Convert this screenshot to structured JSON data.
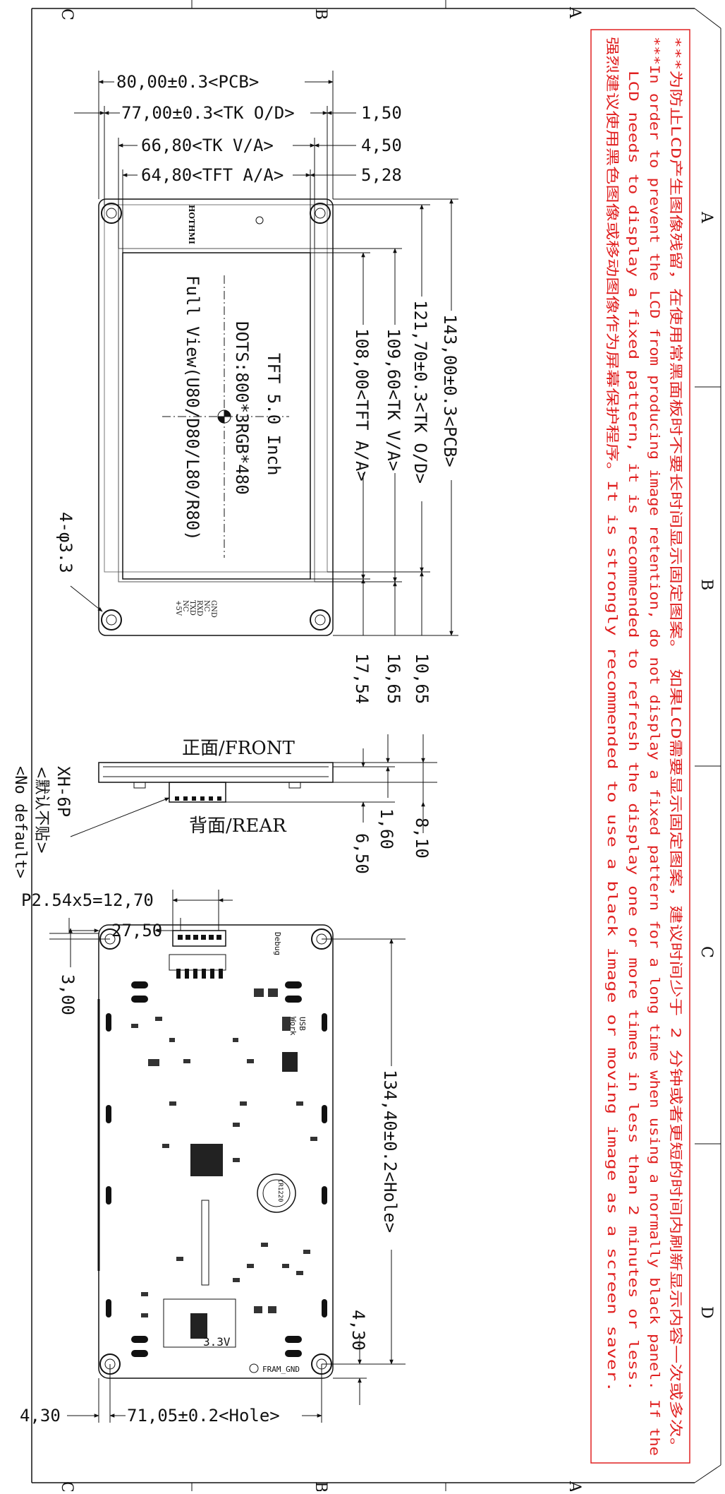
{
  "border_letters": {
    "c": "C",
    "b": "B",
    "a": "A",
    "d": "D"
  },
  "note": {
    "line1": "***为防止LCD产生图像残留，在使用常黑面板时不要长时间显示固定图案。 如果LCD需要显示固定图案，建议时间少于 2 分钟或者更短的时间内刷新显示内容一次或多次。",
    "line2": "***In order to prevent the LCD from producing image retention, do not display a fixed pattern for a long time when using a normally black panel. If the",
    "line3": "LCD needs to display a fixed pattern, it is recommended to refresh the display one or more times in less than 2 minutes or less.",
    "line4": "强烈建议使用黑色图像或移动图像作为屏幕保护程序。It is strongly recommended to use a black image or moving image as a screen saver."
  },
  "front_view": {
    "dims": {
      "pcb_w": "80,00±0.3<PCB>",
      "tk_od_w": "77,00±0.3<TK O/D>",
      "tk_va_w": "66,80<TK V/A>",
      "tft_aa_w": "64,80<TFT A/A>",
      "off1": "1,50",
      "off2": "4,50",
      "off3": "5,28",
      "pcb_h": "143,00±0.3<PCB>",
      "tk_od_h": "121,70±0.3<TK O/D>",
      "tk_va_h": "109,60<TK V/A>",
      "tft_aa_h": "108,00<TFT A/A>",
      "off4": "10,65",
      "off5": "16,65",
      "off6": "17,54",
      "hole": "4-φ3.3"
    },
    "logo": "HOTHMI",
    "center_line1": "TFT 5.0 Inch",
    "center_line2": "DOTS:800*3RGB*480",
    "center_line3": "Full View(U80/D80/L80/R80)",
    "pins": [
      "GND",
      "NC",
      "RXD",
      "TXD",
      "NC",
      "+5V"
    ]
  },
  "side_view": {
    "front_label": "正面/FRONT",
    "rear_label": "背面/REAR",
    "thick_total": "8,10",
    "thick_a": "1,60",
    "thick_b": "6,50",
    "connector": "XH-6P",
    "connector_note1": "<默认不贴>",
    "connector_note2": "<No default>"
  },
  "rear_view": {
    "pitch": "P2.54x5=12,70",
    "d27": "27,50",
    "d3": "3,00",
    "hole_h": "134,40±0.2<Hole>",
    "hole_w": "71,05±0.2<Hole>",
    "d43a": "4,30",
    "d43b": "4,30",
    "debug": "Debug",
    "usb": "USB",
    "work": "Work",
    "battery": "CR1220",
    "v33": "3.3V",
    "fram_gnd": "FRAM_GND"
  }
}
